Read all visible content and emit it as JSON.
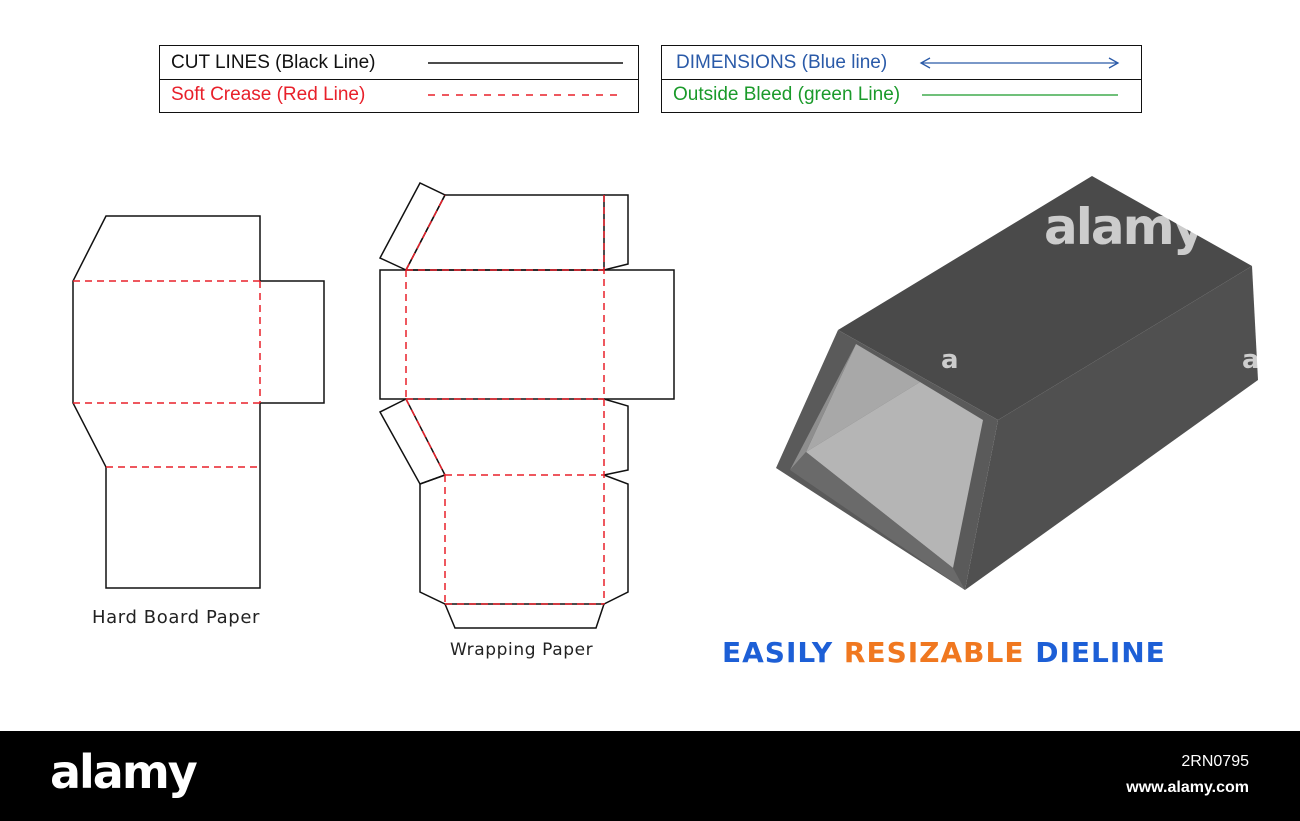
{
  "legend": {
    "cut_lines": "CUT LINES (Black Line)",
    "soft_crease": "Soft Crease (Red Line)",
    "dimensions": "DIMENSIONS (Blue line)",
    "outside_bleed": "Outside Bleed (green Line)"
  },
  "captions": {
    "hard_board": "Hard Board Paper",
    "wrapping": "Wrapping Paper"
  },
  "headline": {
    "part1": "EASILY",
    "part2": "RESIZABLE",
    "part3": "DIELINE"
  },
  "watermark": {
    "logo": "alamy",
    "letter": "a"
  },
  "footer": {
    "logo": "alamy",
    "image_id": "2RN0795",
    "url": "www.alamy.com"
  },
  "colors": {
    "cut": "#111111",
    "crease": "#e8202a",
    "dimension": "#2a5aa8",
    "bleed": "#1a9a2a",
    "headline_blue": "#1d5fd6",
    "headline_orange": "#f07820"
  }
}
